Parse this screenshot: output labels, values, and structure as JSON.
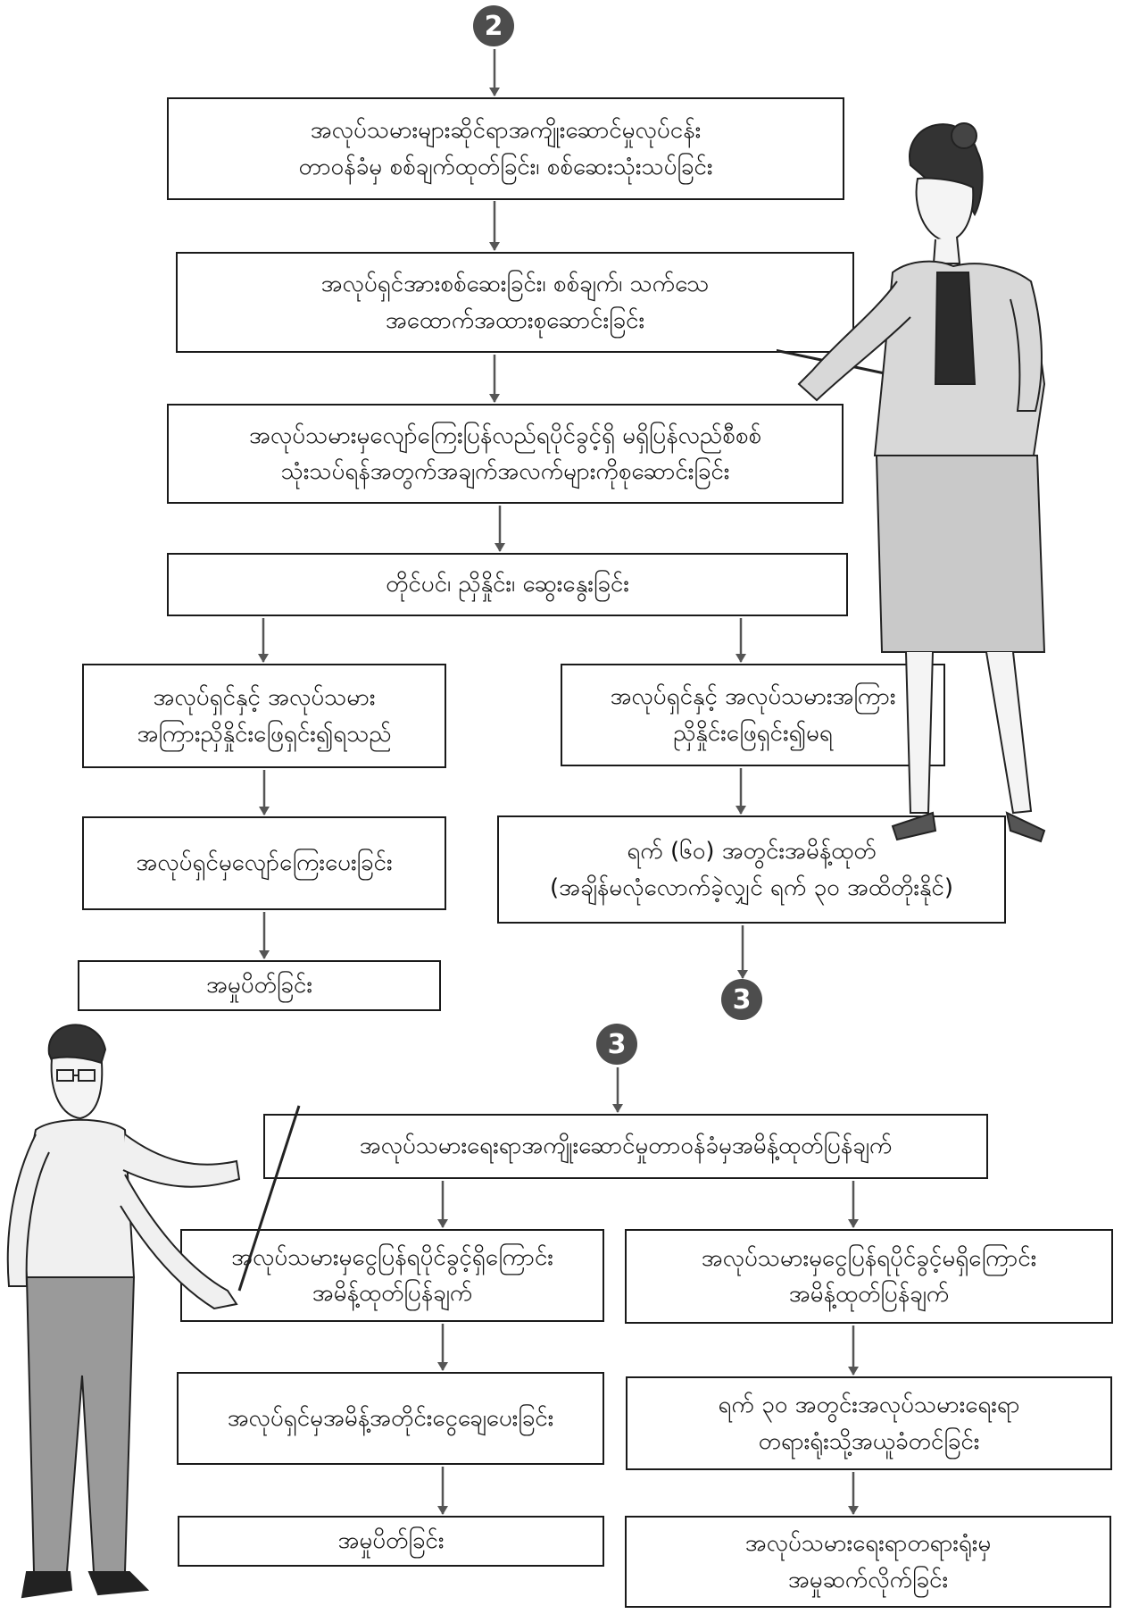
{
  "markers": {
    "step_a": "2",
    "step_b": "3",
    "step_c": "3"
  },
  "flow_top": {
    "box1": [
      "အလုပ်သမားများဆိုင်ရာအကျိုးဆောင်မှုလုပ်ငန်း",
      "တာဝန်ခံမှ စစ်ချက်ထုတ်ခြင်း၊ စစ်ဆေးသုံးသပ်ခြင်း"
    ],
    "box2": [
      "အလုပ်ရှင်အားစစ်ဆေးခြင်း၊ စစ်ချက်၊ သက်သေ",
      "အထောက်အထားစုဆောင်းခြင်း"
    ],
    "box3": [
      "အလုပ်သမားမှလျော်ကြေးပြန်လည်ရပိုင်ခွင့်ရှိ   မရှိပြန်လည်စီစစ်",
      "သုံးသပ်ရန်အတွက်အချက်အလက်များကိုစုဆောင်းခြင်း"
    ],
    "box4": [
      "တိုင်ပင်၊ ညှိနှိုင်း၊ ဆွေးနွေးခြင်း"
    ],
    "left_a": [
      "အလုပ်ရှင်နှင့် အလုပ်သမား",
      "အကြားညှိနှိုင်းဖြေရှင်း၍ရသည်"
    ],
    "left_b": [
      "အလုပ်ရှင်မှလျော်ကြေးပေးခြင်း"
    ],
    "left_c": [
      "အမှုပိတ်ခြင်း"
    ],
    "right_a": [
      "အလုပ်ရှင်နှင့် အလုပ်သမားအကြား",
      "ညှိနှိုင်းဖြေရှင်း၍မရ"
    ],
    "right_b": [
      "ရက် (၆၀) အတွင်းအမိန့်ထုတ်",
      "(အချိန်မလုံလောက်ခဲ့လျှင် ရက် ၃၀ အထိတိုးနိုင်)"
    ]
  },
  "flow_bottom": {
    "main": [
      "အလုပ်သမားရေးရာအကျိုးဆောင်မှုတာဝန်ခံမှအမိန့်ထုတ်ပြန်ချက်"
    ],
    "left_a": [
      "အလုပ်သမားမှငွေပြန်ရပိုင်ခွင့်ရှိကြောင်း",
      "အမိန့်ထုတ်ပြန်ချက်"
    ],
    "left_b": [
      "အလုပ်ရှင်မှအမိန့်အတိုင်းငွေချေပေးခြင်း"
    ],
    "left_c": [
      "အမှုပိတ်ခြင်း"
    ],
    "right_a": [
      "အလုပ်သမားမှငွေပြန်ရပိုင်ခွင့်မရှိကြောင်း",
      "အမိန့်ထုတ်ပြန်ချက်"
    ],
    "right_b": [
      "ရက် ၃၀ အတွင်းအလုပ်သမားရေးရာ",
      "တရားရုံးသို့အယူခံတင်ခြင်း"
    ],
    "right_c": [
      "အလုပ်သမားရေးရာတရားရုံးမှ",
      "အမှုဆက်လိုက်ခြင်း"
    ]
  }
}
